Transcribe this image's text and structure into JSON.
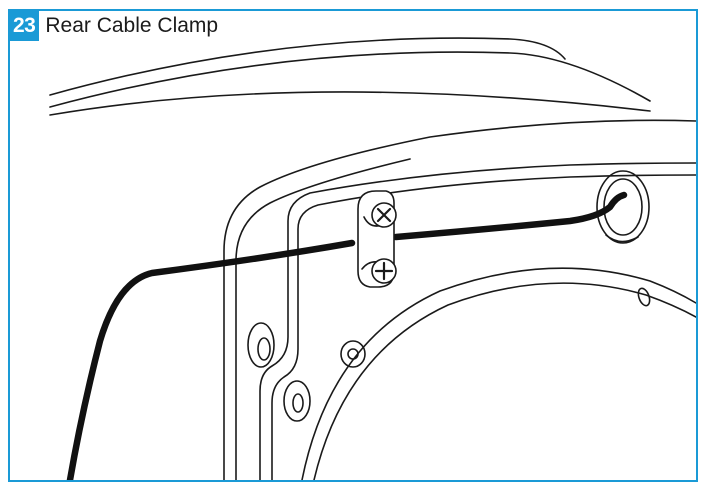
{
  "step": {
    "number": "23",
    "title": "Rear Cable Clamp"
  },
  "colors": {
    "accent": "#1a9ad6",
    "line": "#1a1a1a",
    "cable": "#111111"
  },
  "illustration": {
    "subject": "rear-cable-clamp-illustration",
    "icons": [
      "cable-clamp-icon",
      "screw-icon",
      "grommet-icon"
    ]
  }
}
